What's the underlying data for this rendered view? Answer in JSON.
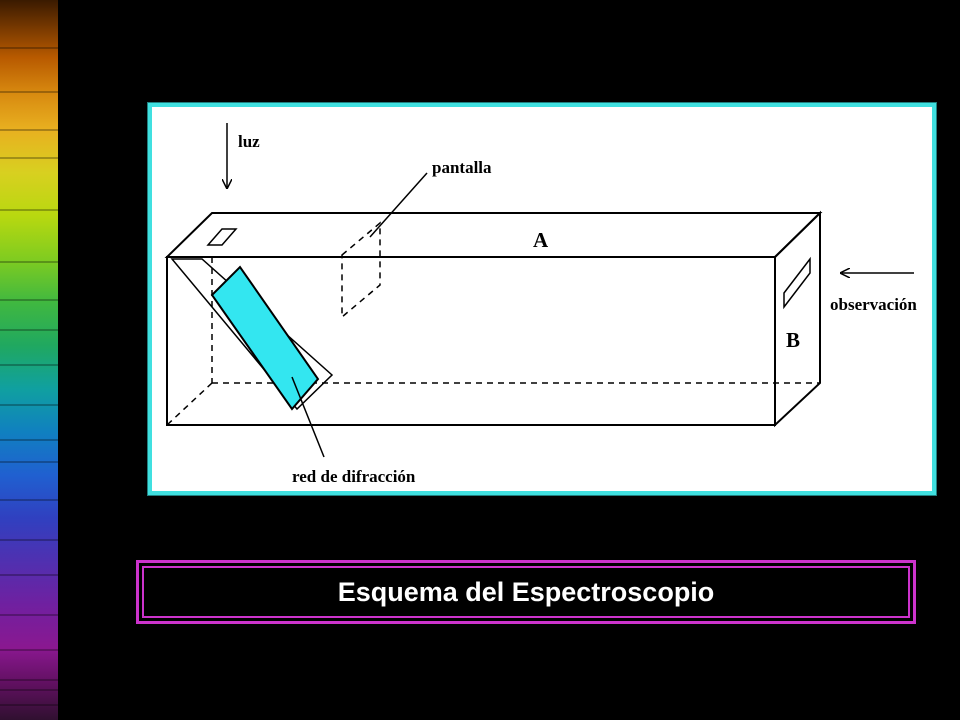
{
  "slide": {
    "caption": "Esquema del Espectroscopio"
  },
  "diagram": {
    "labels": {
      "light": "luz",
      "screen": "pantalla",
      "face_a": "A",
      "face_b": "B",
      "observation": "observación",
      "grating": "red de difracción"
    }
  },
  "colors": {
    "background": "#000000",
    "frame_border": "#40e0e0",
    "grating_fill": "#33e6f0",
    "caption_border": "#cc33cc",
    "caption_text": "#ffffff"
  }
}
